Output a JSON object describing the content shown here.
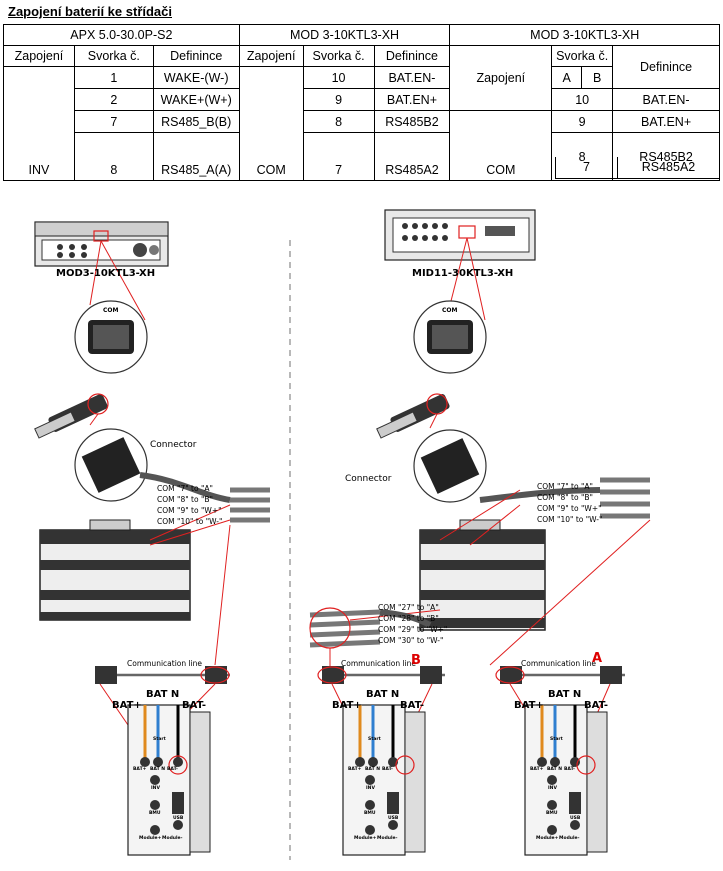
{
  "title": "Zapojení baterií ke střídači",
  "table": {
    "groups": [
      "APX 5.0-30.0P-S2",
      "MOD 3-10KTL3-XH",
      "MOD 3-10KTL3-XH"
    ],
    "headers": {
      "zapojeni": "Zapojení",
      "svorka": "Svorka č.",
      "definice": "Definince",
      "a": "A",
      "b": "B"
    },
    "apx": {
      "svorka": [
        "1",
        "2",
        "7",
        "8"
      ],
      "definice": [
        "WAKE-(W-)",
        "WAKE+(W+)",
        "RS485_B(B)",
        "RS485_A(A)"
      ],
      "zapojeni": "INV"
    },
    "mod1": {
      "svorka": [
        "10",
        "9",
        "8",
        "7"
      ],
      "definice": [
        "BAT.EN-",
        "BAT.EN+",
        "RS485B2",
        "RS485A2"
      ],
      "zapojeni": "COM"
    },
    "mod2": {
      "svorka": [
        "10",
        "9",
        "8",
        "7"
      ],
      "definice": [
        "BAT.EN-",
        "BAT.EN+",
        "RS485B2",
        "RS485A2"
      ],
      "zapojeni_top": "Zapojení",
      "zapojeni": "COM"
    }
  },
  "diagram": {
    "left_model": "MOD3-10KTL3-XH",
    "right_model": "MID11-30KTL3-XH",
    "com_label": "COM",
    "connector": "Connector",
    "com_pins_upper": [
      "COM \"7\" to \"A\"",
      "COM \"8\" to \"B\"",
      "COM \"9\" to \"W+\"",
      "COM \"10\" to \"W-\""
    ],
    "com_pins_lower": [
      "COM \"27\" to \"A\"",
      "COM \"28\" to \"B\"",
      "COM \"29\" to \"W+\"",
      "COM \"30\" to \"W-\""
    ],
    "comm_line": "Communication line",
    "marker_b": "B",
    "marker_a": "A",
    "bat_plus": "BAT+",
    "bat_n": "BAT N",
    "bat_minus": "BAT-",
    "module_labels": {
      "start": "Start",
      "bat_plus": "BAT+",
      "bat_n": "BAT N",
      "bat_minus": "BAT-",
      "inv": "INV",
      "bmu": "BMU",
      "usb": "USB",
      "module_plus": "Module+",
      "module_minus": "Module-"
    }
  },
  "colors": {
    "wire_red": "#e02020",
    "bat_plus": "#e08a1e",
    "bat_n": "#2f7fd0",
    "bat_minus": "#000000",
    "marker": "#d00000"
  }
}
